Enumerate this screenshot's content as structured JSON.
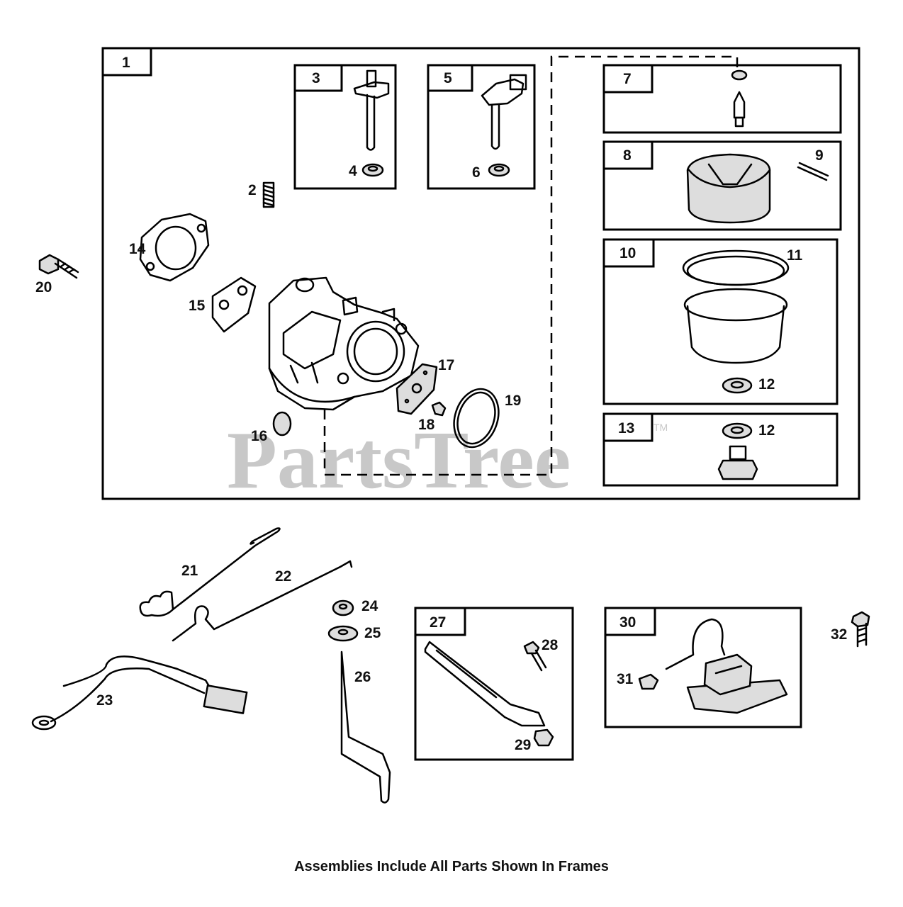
{
  "watermark": "PartsTree",
  "watermark_tm": "TM",
  "caption": "Assemblies Include All Parts Shown In Frames",
  "callouts": {
    "c1": "1",
    "c2": "2",
    "c3": "3",
    "c4": "4",
    "c5": "5",
    "c6": "6",
    "c7": "7",
    "c8": "8",
    "c9": "9",
    "c10": "10",
    "c11": "11",
    "c12a": "12",
    "c12b": "12",
    "c13": "13",
    "c14": "14",
    "c15": "15",
    "c16": "16",
    "c17": "17",
    "c18": "18",
    "c19": "19",
    "c20": "20",
    "c21": "21",
    "c22": "22",
    "c23": "23",
    "c24": "24",
    "c25": "25",
    "c26": "26",
    "c27": "27",
    "c28": "28",
    "c29": "29",
    "c30": "30",
    "c31": "31",
    "c32": "32"
  }
}
